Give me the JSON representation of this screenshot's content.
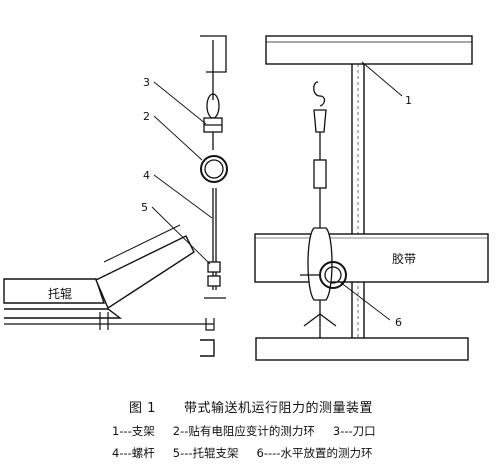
{
  "callouts": {
    "n1": "1",
    "n2": "2",
    "n3": "3",
    "n4": "4",
    "n5": "5",
    "n6": "6"
  },
  "labels": {
    "idler": "托辊",
    "belt": "胶带"
  },
  "caption": {
    "figure": "图 1",
    "title": "带式输送机运行阻力的测量装置"
  },
  "legend": [
    {
      "text": "1---支架"
    },
    {
      "text": "2--贴有电阻应变计的测力环"
    },
    {
      "text": "3---刀口"
    },
    {
      "text": "4---螺杆"
    },
    {
      "text": "5---托辊支架"
    },
    {
      "text": "6----水平放置的测力环"
    }
  ]
}
